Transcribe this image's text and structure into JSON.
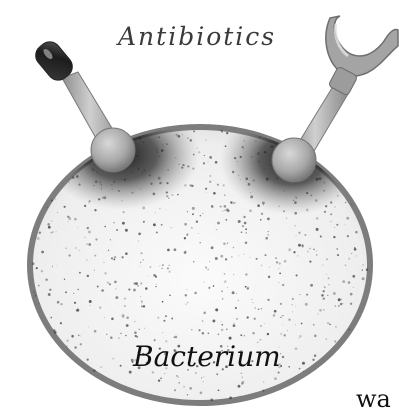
{
  "labels": {
    "top": "Antibiotics",
    "bottom": "Bacterium",
    "edge_fragment": "wa"
  },
  "colors": {
    "cell_rim": "#8a8a8a",
    "cell_fill": "#f2f2f2",
    "speckle": "#444444",
    "shadow": "#1e1e1e",
    "stalk": "#a6a6a6",
    "capsule": "#2a2a2a",
    "fork": "#9a9a9a"
  },
  "icons": {
    "left_molecule": "capsule-shaped antibiotic molecule",
    "right_molecule": "fork-shaped antibiotic molecule"
  }
}
